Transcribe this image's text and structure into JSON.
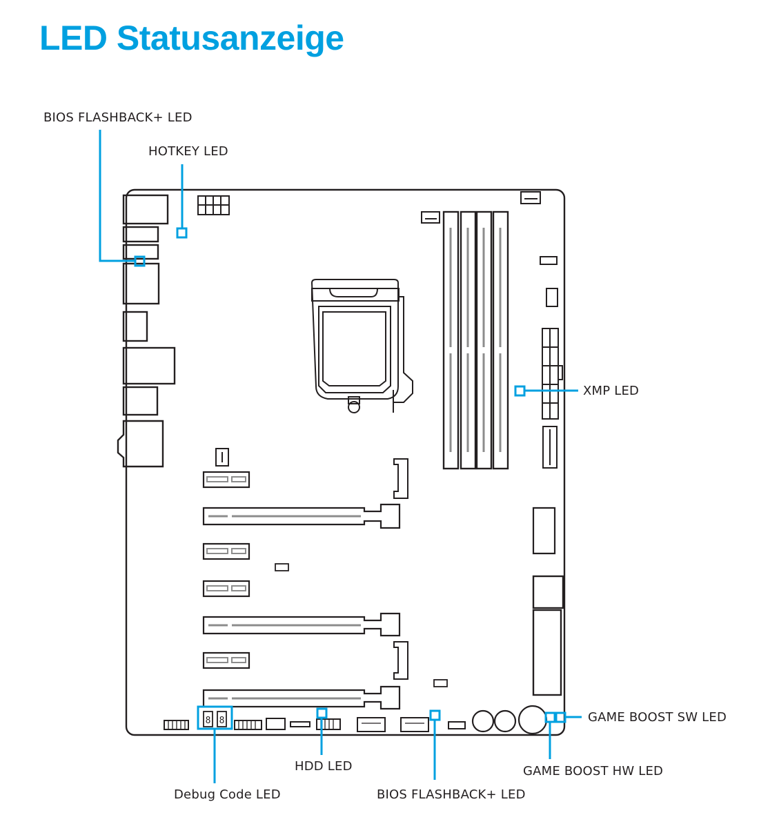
{
  "page": {
    "title": "LED Statusanzeige",
    "accent_color": "#00a0e0",
    "line_color": "#231f20"
  },
  "diagram": {
    "subject": "motherboard-outline",
    "labels": {
      "bios_flashback_top": "BIOS FLASHBACK+ LED",
      "hotkey": "HOTKEY LED",
      "xmp": "XMP LED",
      "game_boost_sw": "GAME BOOST SW LED",
      "game_boost_hw": "GAME BOOST HW LED",
      "hdd": "HDD LED",
      "debug_code": "Debug Code LED",
      "bios_flashback_bottom": "BIOS FLASHBACK+ LED"
    },
    "debug_display_digits": "88"
  }
}
